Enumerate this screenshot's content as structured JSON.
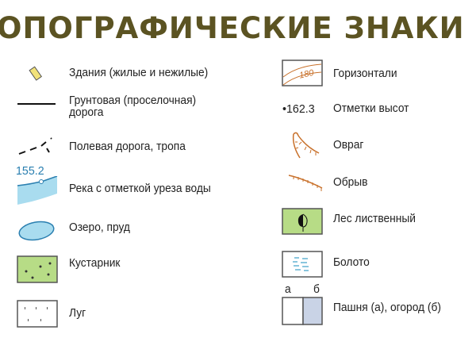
{
  "title": "ОПОГРАФИЧЕСКИЕ ЗНАКИ",
  "left": [
    {
      "label": "Здания (жилые и нежилые)",
      "icon": "building-icon"
    },
    {
      "label": "Грунтовая (проселочная)",
      "label2": "дорога",
      "icon": "dirt-road-icon"
    },
    {
      "label": "Полевая дорога, тропа",
      "icon": "path-icon"
    },
    {
      "label": "Река с отметкой уреза воды",
      "icon": "river-icon",
      "elevation": "155.2"
    },
    {
      "label": "Озеро, пруд",
      "icon": "lake-icon"
    },
    {
      "label": "Кустарник",
      "icon": "shrub-icon"
    },
    {
      "label": "Луг",
      "icon": "meadow-icon"
    }
  ],
  "right": [
    {
      "label": "Горизонтали",
      "icon": "contour-icon",
      "contour_value": "180"
    },
    {
      "label": "Отметки высот",
      "icon": "spot-height-icon",
      "value": "•162.3"
    },
    {
      "label": "Овраг",
      "icon": "ravine-icon"
    },
    {
      "label": "Обрыв",
      "icon": "cliff-icon"
    },
    {
      "label": "Лес лиственный",
      "icon": "deciduous-forest-icon"
    },
    {
      "label": "Болото",
      "icon": "swamp-icon"
    },
    {
      "label": "Пашня (а), огород (б)",
      "icon": "field-garden-icon",
      "a": "а",
      "b": "б"
    }
  ],
  "colors": {
    "title": "#5b5322",
    "water": "#a9dcef",
    "green": "#b7dc86",
    "orange": "#c8702a",
    "garden": "#c9d3e6"
  }
}
